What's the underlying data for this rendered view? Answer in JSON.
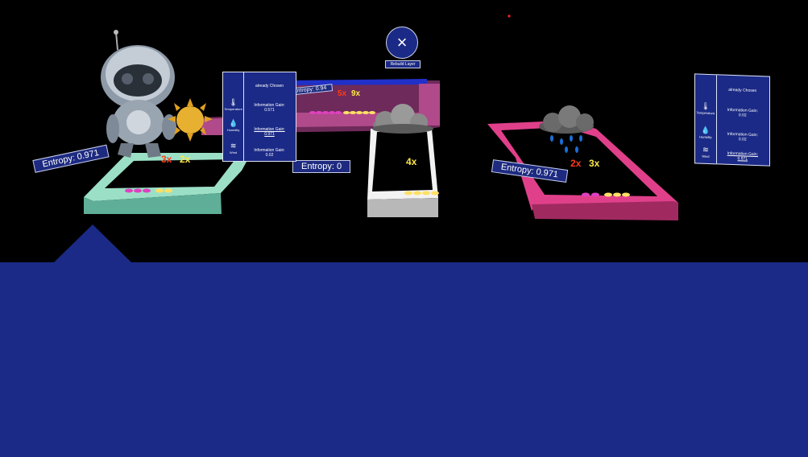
{
  "nodes": [
    {
      "entropy_label": "Entropy: 0.971",
      "count_red": "3x",
      "count_yellow": "2x"
    },
    {
      "entropy_label": "Entropy: 0.94",
      "count_red": "5x",
      "count_yellow": "9x"
    },
    {
      "entropy_label": "Entropy: 0",
      "count_yellow": "4x"
    },
    {
      "entropy_label": "Entropy: 0.971",
      "count_red": "2x",
      "count_yellow": "3x"
    }
  ],
  "info_panels": [
    {
      "chosen": "already Chosen",
      "attributes": [
        "Temperature",
        "Humidity",
        "Wind"
      ],
      "gains": [
        {
          "label": "Information Gain:",
          "value": "0.571"
        },
        {
          "label": "Information Gain:",
          "value": "0.971"
        },
        {
          "label": "Information Gain:",
          "value": "0.02"
        }
      ]
    },
    {
      "chosen": "already Chosen",
      "attributes": [
        "Temperature",
        "Humidity",
        "Wind"
      ],
      "gains": [
        {
          "label": "Information Gain:",
          "value": "0.02"
        },
        {
          "label": "Information Gain:",
          "value": "0.02"
        },
        {
          "label": "Information Gain:",
          "value": "0.971"
        }
      ]
    }
  ],
  "rebuild": {
    "icon": "close-icon",
    "label": "Rebuild Layer"
  },
  "icons": {
    "temperature": "thermometer-icon",
    "humidity": "humidity-icon",
    "wind": "wind-icon",
    "sun": "sun-icon",
    "cloud": "cloud-icon",
    "rain": "rain-cloud-icon"
  },
  "colors": {
    "panel": "#1b2a86",
    "mint": "#86d3bd",
    "purple": "#b04a8a",
    "white": "#f4f4f4",
    "pink": "#e0408a",
    "blue_edge": "#2030c8",
    "red_count": "#ff3a1a",
    "yellow_count": "#ffe84a"
  }
}
